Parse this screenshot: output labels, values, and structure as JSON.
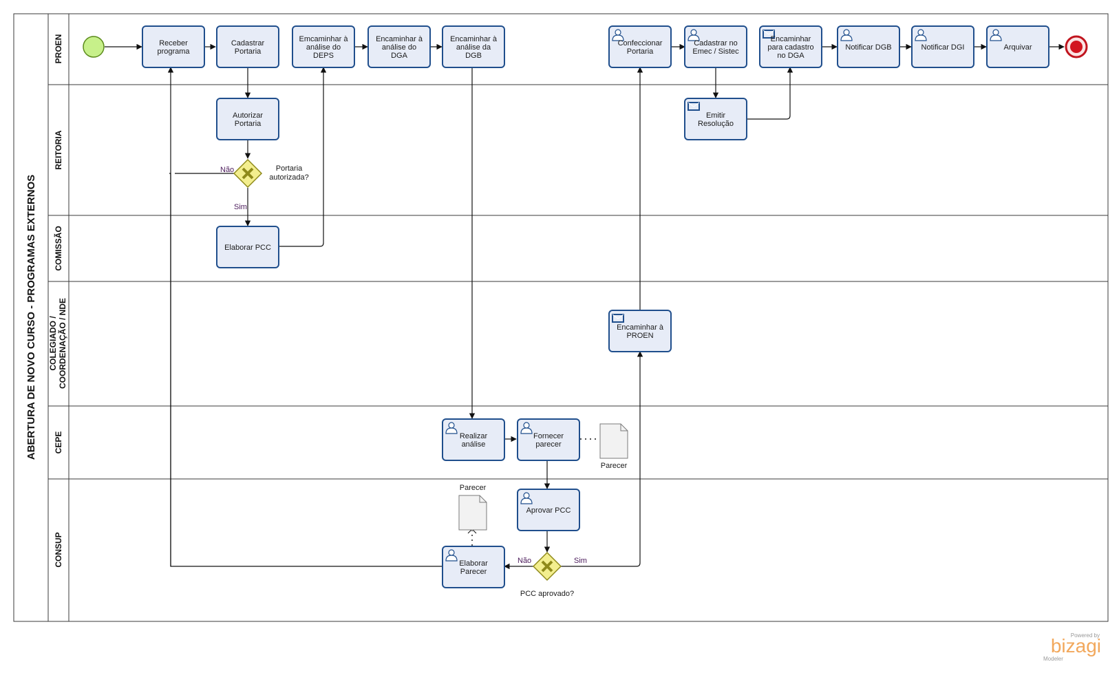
{
  "pool": {
    "title": "ABERTURA DE NOVO CURSO - PROGRAMAS EXTERNOS"
  },
  "lanes": [
    {
      "id": "proen",
      "label": "PROEN"
    },
    {
      "id": "reitoria",
      "label": "REITORIA"
    },
    {
      "id": "comissao",
      "label": "COMISSÃO"
    },
    {
      "id": "colegiado",
      "label": [
        "COLEGIADO /",
        "COORDENAÇÃO / NDE"
      ]
    },
    {
      "id": "cepe",
      "label": "CEPE"
    },
    {
      "id": "consup",
      "label": "CONSUP"
    }
  ],
  "tasks": [
    {
      "id": "receber",
      "lines": [
        "Receber",
        "programa"
      ],
      "icon": "none"
    },
    {
      "id": "cadastrar_portaria",
      "lines": [
        "Cadastrar",
        "Portaria"
      ],
      "icon": "none"
    },
    {
      "id": "emcaminhar_deps",
      "lines": [
        "Emcaminhar à",
        "análise do",
        "DEPS"
      ],
      "icon": "none"
    },
    {
      "id": "encaminhar_dga",
      "lines": [
        "Encaminhar à",
        "análise do",
        "DGA"
      ],
      "icon": "none"
    },
    {
      "id": "encaminhar_dgb",
      "lines": [
        "Encaminhar à",
        "análise da",
        "DGB"
      ],
      "icon": "none"
    },
    {
      "id": "confeccionar",
      "lines": [
        "Confeccionar",
        "Portaria"
      ],
      "icon": "user"
    },
    {
      "id": "cadastrar_emec",
      "lines": [
        "Cadastrar no",
        "Emec / Sistec"
      ],
      "icon": "user"
    },
    {
      "id": "encaminhar_cadastro",
      "lines": [
        "Encaminhar",
        "para cadastro",
        "no DGA"
      ],
      "icon": "mail"
    },
    {
      "id": "notificar_dgb",
      "lines": [
        "Notificar DGB"
      ],
      "icon": "user"
    },
    {
      "id": "notificar_dgi",
      "lines": [
        "Notificar DGI"
      ],
      "icon": "user"
    },
    {
      "id": "arquivar",
      "lines": [
        "Arquivar"
      ],
      "icon": "user"
    },
    {
      "id": "autorizar",
      "lines": [
        "Autorizar",
        "Portaria"
      ],
      "icon": "none"
    },
    {
      "id": "emitir",
      "lines": [
        "Emitir",
        "Resolução"
      ],
      "icon": "mail"
    },
    {
      "id": "elaborar_pcc",
      "lines": [
        "Elaborar PCC"
      ],
      "icon": "none"
    },
    {
      "id": "encaminhar_proen",
      "lines": [
        "Encaminhar à",
        "PROEN"
      ],
      "icon": "mail"
    },
    {
      "id": "realizar",
      "lines": [
        "Realizar",
        "análise"
      ],
      "icon": "user"
    },
    {
      "id": "fornecer",
      "lines": [
        "Fornecer",
        "parecer"
      ],
      "icon": "user"
    },
    {
      "id": "aprovar",
      "lines": [
        "Aprovar PCC"
      ],
      "icon": "user"
    },
    {
      "id": "elaborar_parecer",
      "lines": [
        "Elaborar",
        "Parecer"
      ],
      "icon": "user"
    }
  ],
  "gateways": [
    {
      "id": "gw1",
      "label": [
        "Portaria",
        "autorizada?"
      ],
      "no": "Não",
      "yes": "Sim"
    },
    {
      "id": "gw2",
      "label": [
        "PCC aprovado?"
      ],
      "no": "Não",
      "yes": "Sim"
    }
  ],
  "documents": [
    {
      "id": "doc_cepe",
      "label": "Parecer"
    },
    {
      "id": "doc_consup",
      "label": "Parecer"
    }
  ],
  "watermark": {
    "powered": "Powered by",
    "brand": "bizagi",
    "product": "Modeler"
  },
  "colors": {
    "task_fill": "#e7ecf7",
    "task_stroke": "#1f4e8c",
    "gateway_fill": "#f3ee8e",
    "gateway_stroke": "#8f8a1a",
    "start": "#c7f08a",
    "end": "#d2141f"
  }
}
